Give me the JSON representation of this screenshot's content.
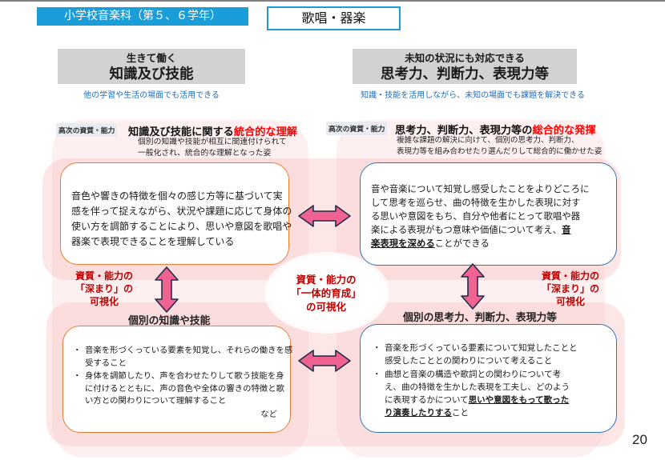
{
  "header": {
    "title": "小学校音楽科（第５、６学年）",
    "subject": "歌唱・器楽"
  },
  "categories": {
    "left": {
      "kicker": "生きて働く",
      "title": "知識及び技能",
      "subtitle": "他の学習や生活の場面でも活用できる"
    },
    "right": {
      "kicker": "未知の状況にも対応できる",
      "title": "思考力、判断力、表現力等",
      "subtitle": "知識・技能を活用しながら、未知の場面でも課題を解決できる"
    }
  },
  "higher": {
    "left": {
      "tag": "高次の資質・能力",
      "heading": [
        [
          {
            "text": "知識及び技能に関する"
          },
          {
            "text": "統合的な理解",
            "highlight": true
          }
        ]
      ],
      "description": [
        "個別の知識や技能が相互に関連付けられて",
        "一般化され、統合的な理解となった姿"
      ],
      "box_lines": [
        "音色や響きの特徴を個々の感じ方等に基づいて実",
        "感を伴って捉えながら、状況や課題に応じて身体の",
        "使い方を調節することにより、思いや意図を歌唱や",
        "器楽で表現できることを理解している"
      ]
    },
    "right": {
      "tag": "高次の資質・能力",
      "heading": [
        [
          {
            "text": "思考力、判断力、表現力等の"
          },
          {
            "text": "総合的な発揮",
            "highlight": true
          }
        ]
      ],
      "description": [
        "複雑な課題の解決に向けて、個別の思考力、判断力、",
        "表現力等を組み合わせたり選んだりして総合的に働かせた姿"
      ],
      "box_lines": [
        "音や音楽について知覚し感受したことをよりどころに",
        "して思考を巡らせ、曲の特徴を生かした表現に対す",
        "る思いや意図をもち、自分や他者にとって歌唱や器",
        [
          {
            "text": "楽による表現がもつ意味や価値について考え、"
          },
          {
            "text": "音",
            "emphasis": true
          }
        ],
        [
          {
            "text": "楽表現を深める",
            "emphasis": true
          },
          {
            "text": "ことができる"
          }
        ]
      ]
    }
  },
  "individual": {
    "left": {
      "label": "個別の知識や技能",
      "items": [
        {
          "lines": [
            "音楽を形づくっている要素を知覚し、それらの働きを感",
            "受すること"
          ]
        },
        {
          "lines": [
            "身体を調節したり、声を合わせたりして歌う技能を身",
            "に付けるとともに、声の音色や全体の響きの特徴と歌",
            "い方との関わりについて理解すること"
          ]
        }
      ],
      "suffix": "など"
    },
    "right": {
      "label": "個別の思考力、判断力、表現力等",
      "items": [
        {
          "lines": [
            "音楽を形づくっている要素について知覚したことと",
            "感受したこととの関わりについて考えること"
          ]
        },
        {
          "lines": [
            "曲想と音楽の構造や歌詞との関わりについて考",
            "え、曲の特徴を生かした表現を工夫し、どのよう",
            [
              {
                "text": "に表現するかについて"
              },
              {
                "text": "思いや意図をもって歌った",
                "emphasis": true
              }
            ],
            [
              {
                "text": "り演奏したりする",
                "emphasis": true
              },
              {
                "text": "こと"
              }
            ]
          ]
        }
      ]
    }
  },
  "visualization": {
    "deepening": [
      "資質・能力の",
      "「深まり」の",
      "可視化"
    ],
    "integrated": [
      "資質・能力の",
      "「一体的育成」",
      "の可視化"
    ]
  },
  "icons": {
    "bullet": "・",
    "horizontal_arrow": "double-arrow-horizontal",
    "vertical_arrow": "double-arrow-vertical"
  },
  "colors": {
    "accent_blue": "#1a9ed9",
    "highlight_red": "#ff0000",
    "label_red": "#c00000",
    "knowledge_border": "#ed7d31",
    "thinking_border": "#2e75b6",
    "arrow_fill": "#f0628f"
  },
  "page_number": "20"
}
